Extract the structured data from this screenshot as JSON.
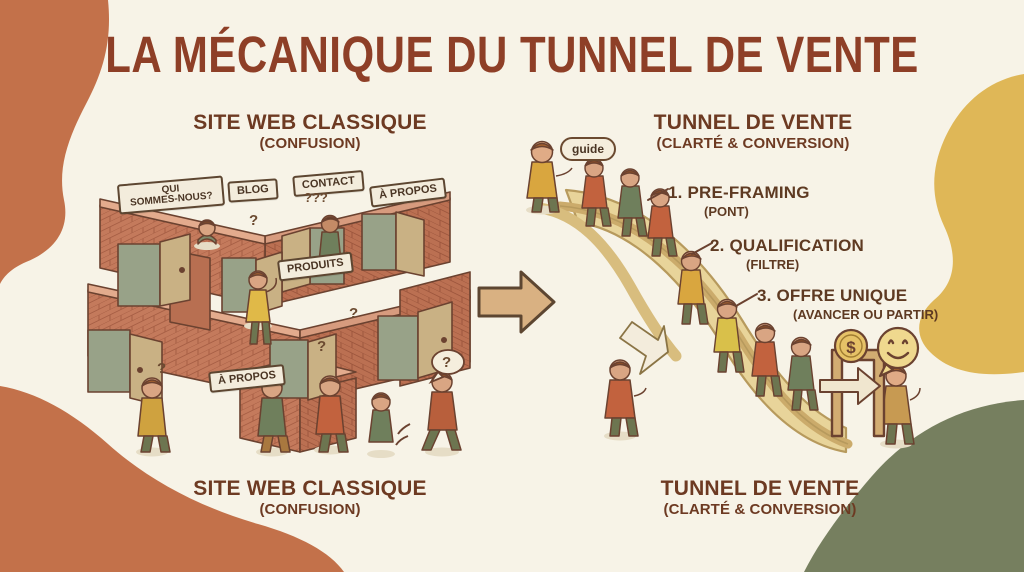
{
  "meta": {
    "title": "LA MÉCANIQUE DU TUNNEL DE VENTE",
    "background_color": "#f7f3e7",
    "title_color": "#8e3f27",
    "heading_color": "#6d3a22"
  },
  "palette": {
    "terracotta_blob": "#c3714a",
    "gold_blob": "#dfb757",
    "olive_blob": "#767f5f",
    "cream_bg": "#f7f3e7",
    "brick": "#c47a5c",
    "brick_dark": "#a75f45",
    "door_tan": "#c9b184",
    "door_open_sage": "#9aa48a",
    "funnel_sand": "#e8d49a",
    "funnel_edge": "#cbab6b",
    "arrow_tan": "#d9b182",
    "outline": "#5d4631"
  },
  "headers": {
    "left": {
      "line1": "SITE WEB CLASSIQUE",
      "line2": "(CONFUSION)"
    },
    "right": {
      "line1": "TUNNEL DE VENTE",
      "line2": "(CLARTÉ & CONVERSION)"
    }
  },
  "captions": {
    "left": {
      "line1": "SITE WEB CLASSIQUE",
      "line2": "(CONFUSION)"
    },
    "right": {
      "line1": "TUNNEL DE VENTE",
      "line2": "(CLARTÉ & CONVERSION)"
    }
  },
  "steps": [
    {
      "title": "1. PRE-FRAMING",
      "subtitle": "(PONT)"
    },
    {
      "title": "2. QUALIFICATION",
      "subtitle": "(FILTRE)"
    },
    {
      "title": "3. OFFRE UNIQUE",
      "subtitle": "(AVANCER OU PARTIR)"
    }
  ],
  "maze_signs": {
    "qui_sommes_nous_l1": "QUI",
    "qui_sommes_nous_l2": "SOMMES-NOUS?",
    "blog": "BLOG",
    "contact": "CONTACT",
    "a_propos_top": "À PROPOS",
    "produits": "PRODUITS",
    "a_propos_lower": "À PROPOS"
  },
  "bubbles": {
    "guide": "guide",
    "question": "?",
    "triple_question": "???",
    "smiley": "smiley-face",
    "money": "$"
  },
  "icons": {
    "arrow": "right-arrow-icon",
    "coin": "dollar-coin-icon",
    "smiley": "smiley-face-icon",
    "exit_door": "exit-door-arrow-icon"
  }
}
